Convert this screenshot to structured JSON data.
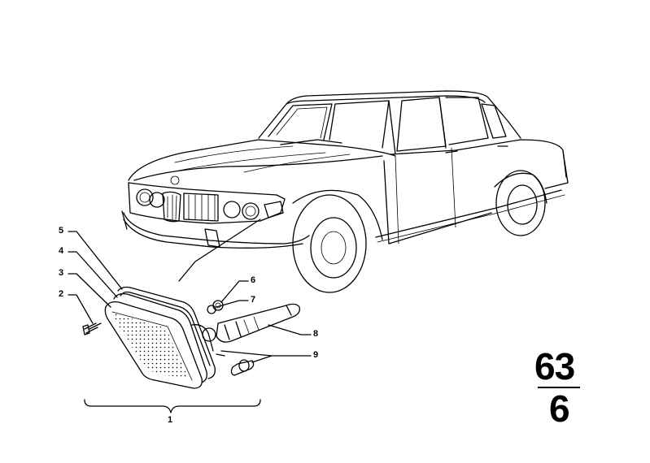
{
  "diagram": {
    "group": {
      "main": "63",
      "sub": "6"
    },
    "callouts": [
      {
        "id": "5",
        "label": "5"
      },
      {
        "id": "4",
        "label": "4"
      },
      {
        "id": "3",
        "label": "3"
      },
      {
        "id": "2",
        "label": "2"
      },
      {
        "id": "6",
        "label": "6"
      },
      {
        "id": "7",
        "label": "7"
      },
      {
        "id": "8",
        "label": "8"
      },
      {
        "id": "9",
        "label": "9"
      },
      {
        "id": "1",
        "label": "1"
      }
    ]
  }
}
